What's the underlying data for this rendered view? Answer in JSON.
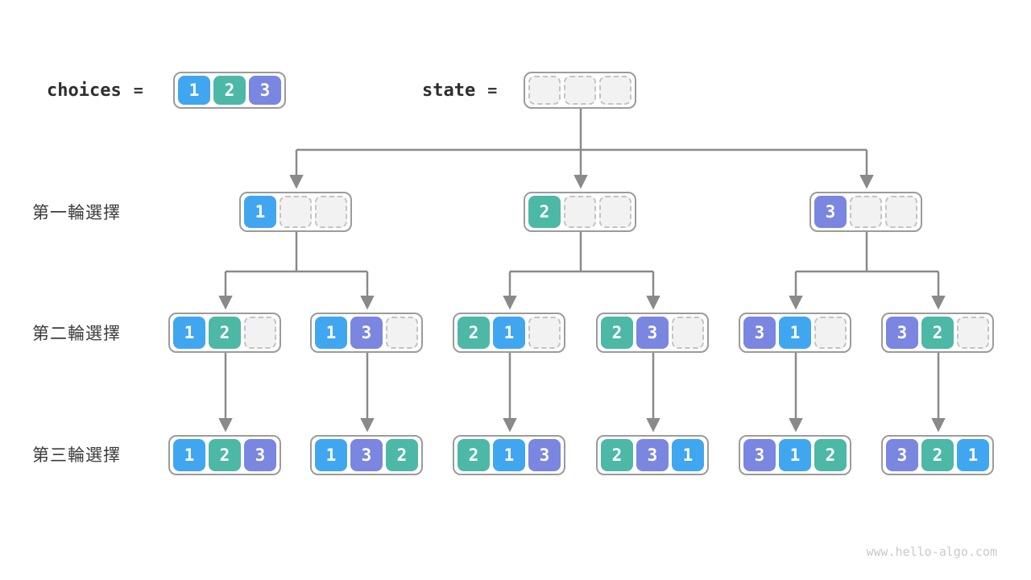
{
  "top": {
    "choices_label": "choices",
    "state_label": "state",
    "equals": "="
  },
  "row_labels": [
    "第一輪選擇",
    "第二輪選擇",
    "第三輪選擇"
  ],
  "colors": {
    "1": "#41a6f0",
    "2": "#4db8a6",
    "3": "#7a86e0",
    "line": "#8a8a8a",
    "empty_fill": "#f2f2f2",
    "empty_border": "#c3c3c3"
  },
  "arrays": {
    "choices": [
      1,
      2,
      3
    ],
    "state": [
      null,
      null,
      null
    ],
    "level1": [
      [
        1,
        null,
        null
      ],
      [
        2,
        null,
        null
      ],
      [
        3,
        null,
        null
      ]
    ],
    "level2": [
      [
        1,
        2,
        null
      ],
      [
        1,
        3,
        null
      ],
      [
        2,
        1,
        null
      ],
      [
        2,
        3,
        null
      ],
      [
        3,
        1,
        null
      ],
      [
        3,
        2,
        null
      ]
    ],
    "level3": [
      [
        1,
        2,
        3
      ],
      [
        1,
        3,
        2
      ],
      [
        2,
        1,
        3
      ],
      [
        2,
        3,
        1
      ],
      [
        3,
        1,
        2
      ],
      [
        3,
        2,
        1
      ]
    ]
  },
  "watermark": "www.hello-algo.com"
}
